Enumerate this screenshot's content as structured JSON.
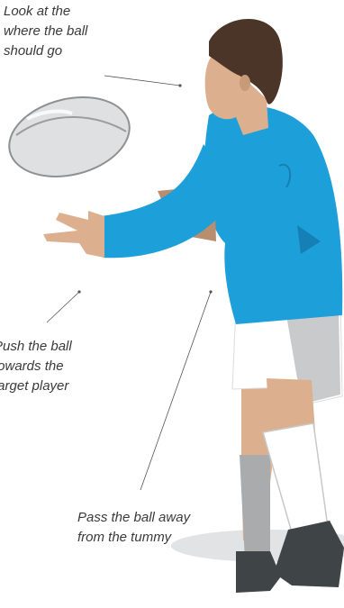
{
  "annotations": {
    "look": [
      "Look at the",
      "where the ball",
      "should go"
    ],
    "push": [
      "Push the ball",
      "towards the",
      "target player"
    ],
    "pass": [
      "Pass the ball away",
      "from the tummy"
    ]
  },
  "colors": {
    "shirt": "#1d9fd9",
    "shirt_shadow": "#167fb5",
    "skin": "#dcb08f",
    "hair": "#4b3528",
    "shorts": "#ffffff",
    "socks": "#a9abad",
    "boots": "#3f4447",
    "ball": "#dfe0e2",
    "text": "#3a3a3a"
  }
}
